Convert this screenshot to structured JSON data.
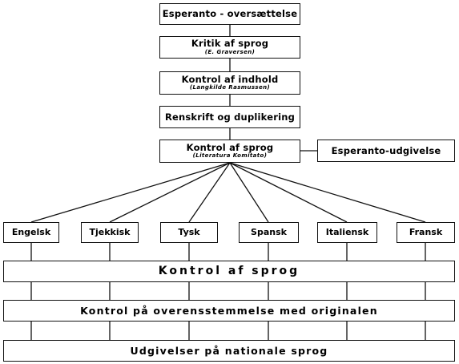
{
  "boxes": {
    "top": "Esperanto - oversættelse",
    "kritik": "Kritik af sprog",
    "kritik_sub": "(E. Graversen)",
    "indhold": "Kontrol af indhold",
    "indhold_sub": "(Langkilde Rasmussen)",
    "renskrift": "Renskrift og duplikering",
    "kontrol": "Kontrol af sprog",
    "kontrol_sub": "(Literatura Komitato)",
    "udgivelse": "Esperanto-udgivelse"
  },
  "languages": [
    "Engelsk",
    "Tjekkisk",
    "Tysk",
    "Spansk",
    "Italiensk",
    "Fransk"
  ],
  "rows": {
    "kontrol_af_sprog": "Kontrol af sprog",
    "overensstemmelse": "Kontrol på overensstemmelse med originalen",
    "udgivelser": "Udgivelser på nationale sprog"
  }
}
